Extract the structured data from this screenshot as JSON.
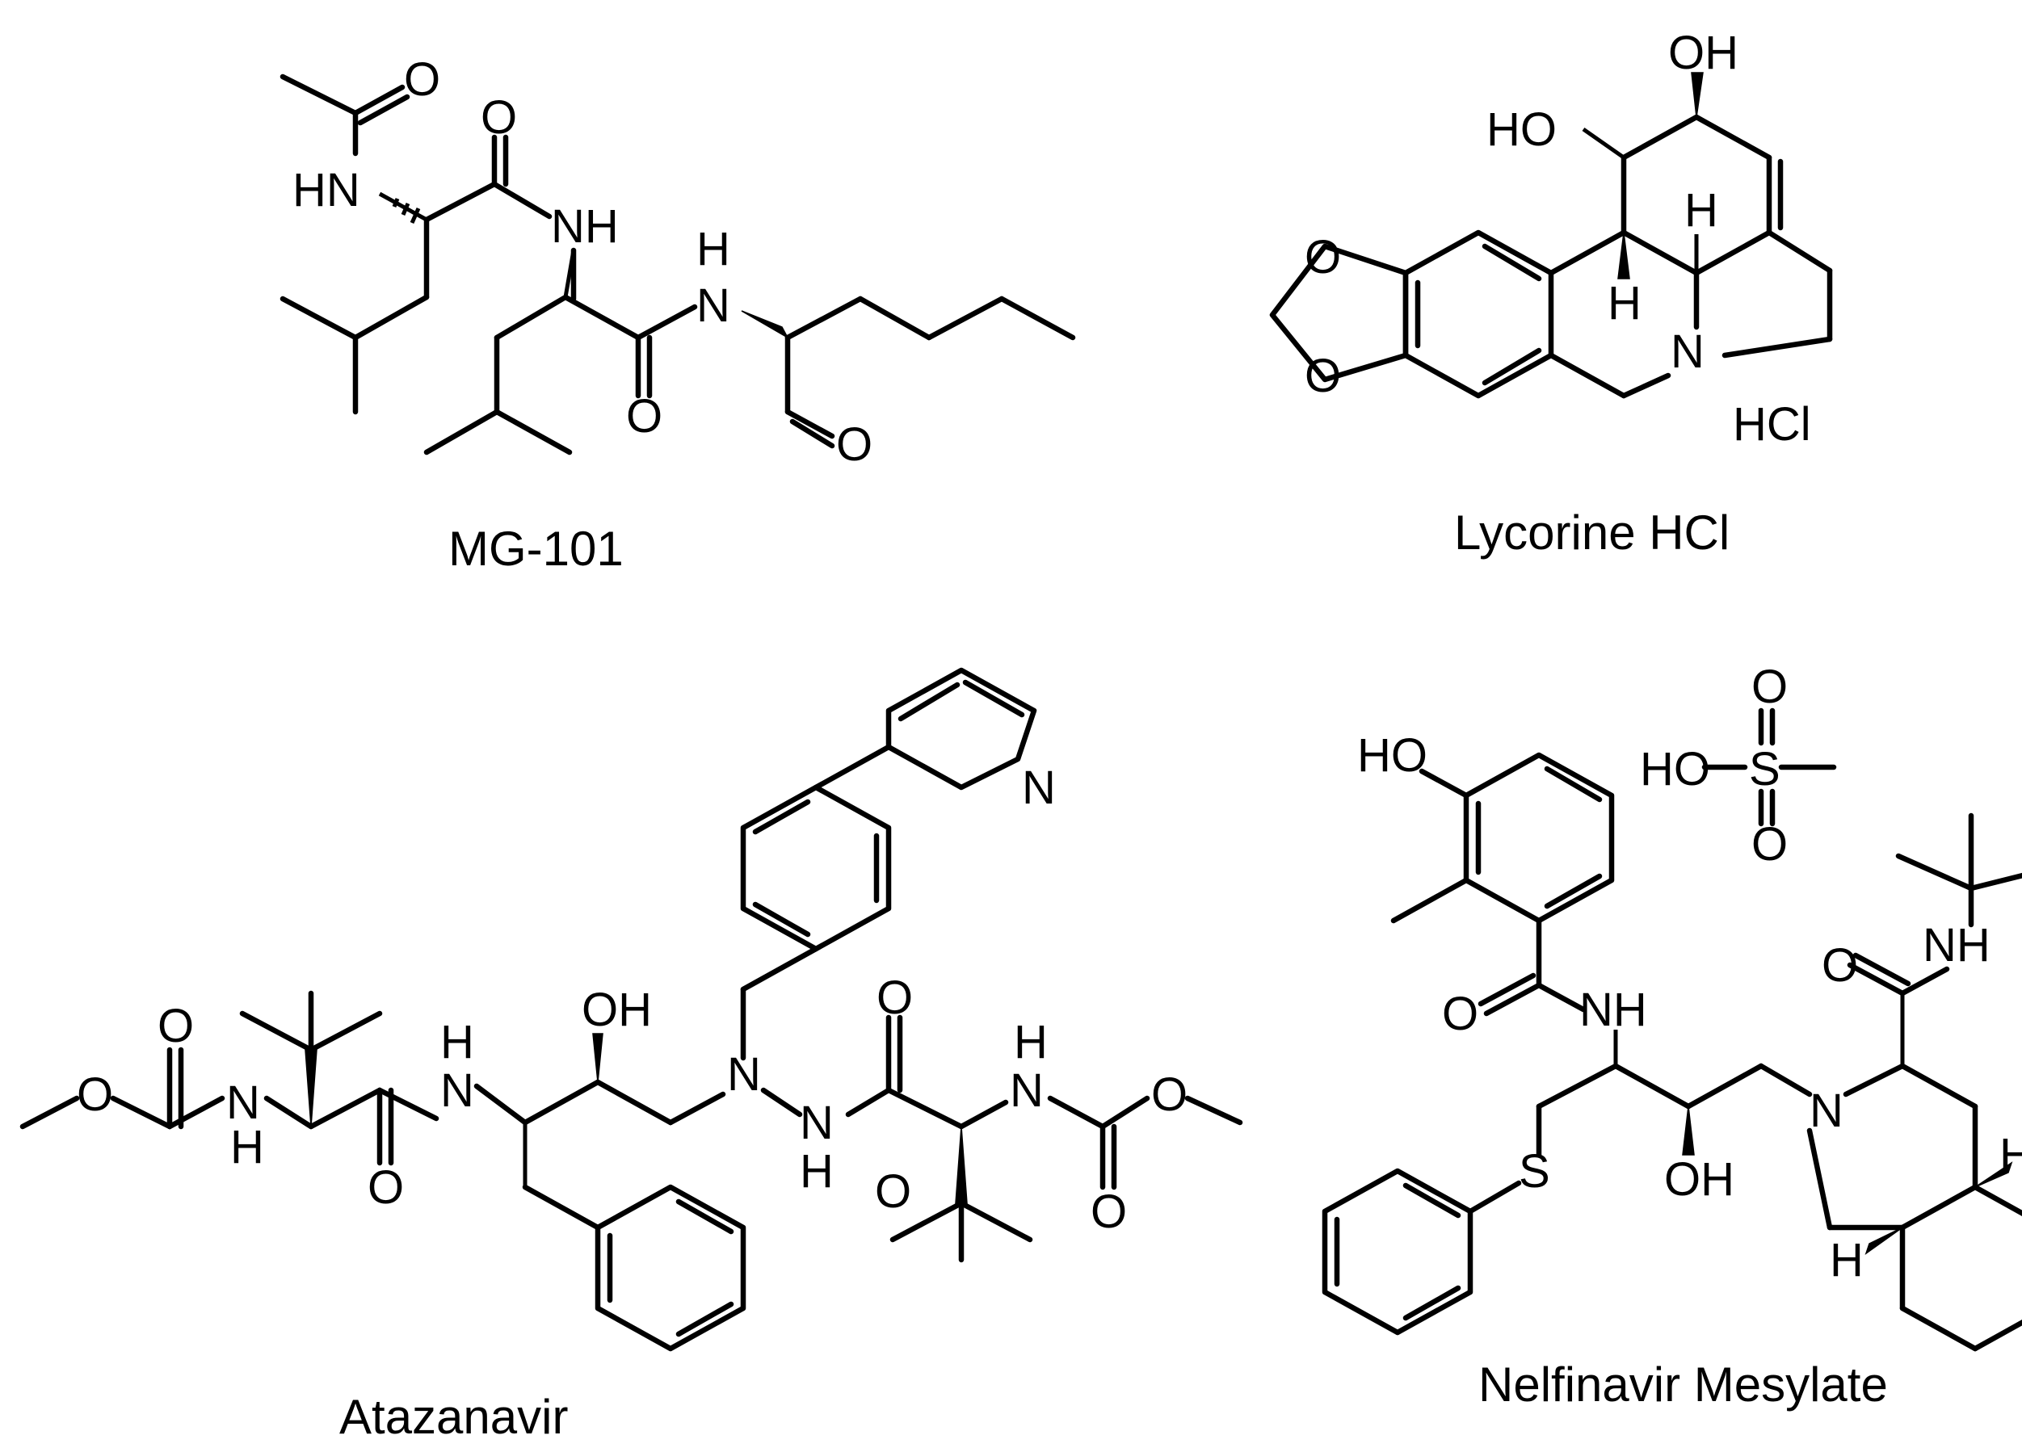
{
  "compounds": [
    {
      "name": "MG-101",
      "atoms": {
        "o_acetyl": "O",
        "hn_1": "HN",
        "o_1": "O",
        "nh_1": "NH",
        "h_amide": "H",
        "n_amide": "N",
        "o_2": "O",
        "o_ald": "O"
      }
    },
    {
      "name": "Lycorine HCl",
      "atoms": {
        "oh_top": "OH",
        "ho_left": "HO",
        "h_1": "H",
        "h_2": "H",
        "o_a": "O",
        "o_b": "O",
        "n": "N",
        "salt": "HCl"
      }
    },
    {
      "name": "Atazanavir",
      "atoms": {
        "o_1": "O",
        "o_2": "O",
        "nh_1": "N",
        "h_1": "H",
        "h_2": "H",
        "n_2": "N",
        "oh": "OH",
        "o_3": "O",
        "n_3": "N",
        "n_4": "N",
        "h_4": "H",
        "o_4": "O",
        "h_5": "H",
        "n_5": "N",
        "o_5": "O",
        "o_6": "O",
        "o_7": "O",
        "n_py": "N"
      }
    },
    {
      "name": "Nelfinavir Mesylate",
      "atoms": {
        "ho": "HO",
        "o_amide": "O",
        "nh": "NH",
        "s": "S",
        "oh": "OH",
        "n": "N",
        "o_2": "O",
        "nh_2": "NH",
        "h_1": "H",
        "h_2": "H",
        "ho_ms": "HO",
        "s_ms": "S",
        "o_ms1": "O",
        "o_ms2": "O"
      }
    }
  ]
}
